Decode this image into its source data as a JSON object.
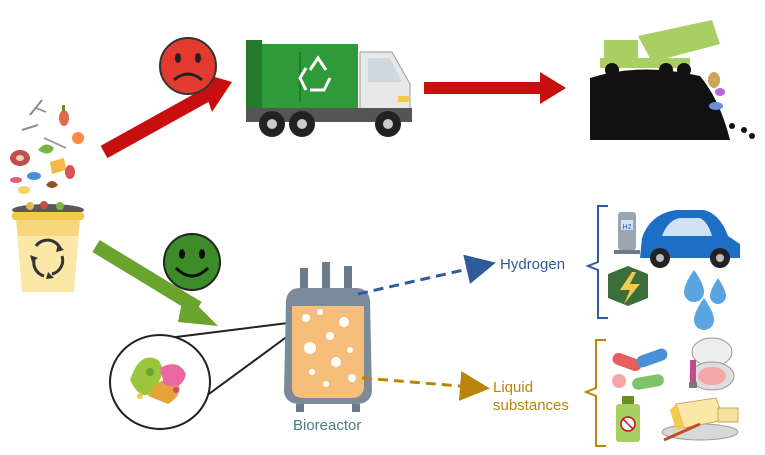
{
  "labels": {
    "hydrogen": "Hydrogen",
    "liquid_line1": "Liquid",
    "liquid_line2": "substances",
    "bioreactor": "Bioreactor"
  },
  "badges": {
    "h2": "H2"
  },
  "colors": {
    "red_arrow": "#c80f0f",
    "green_arrow": "#6aa32d",
    "hydrogen": "#2e5b9a",
    "liquid": "#b8860b",
    "bioreactor_text": "#4b7e7e",
    "reactor_fill": "#f7be7b",
    "truck_green": "#2f9a3a",
    "sad_face": "#e23a2e",
    "happy_face": "#3c8c2a",
    "landfill": "#111111",
    "car_blue": "#1c6fc4"
  },
  "icons": [
    "food-waste-icon",
    "recycle-bin-icon",
    "sad-face-icon",
    "happy-face-icon",
    "garbage-truck-icon",
    "landfill-icon",
    "bioreactor-icon",
    "microbe-icon",
    "hydrogen-station-icon",
    "car-icon",
    "energy-icon",
    "water-drops-icon",
    "pills-icon",
    "cosmetics-icon",
    "bottle-icon",
    "butter-icon"
  ]
}
